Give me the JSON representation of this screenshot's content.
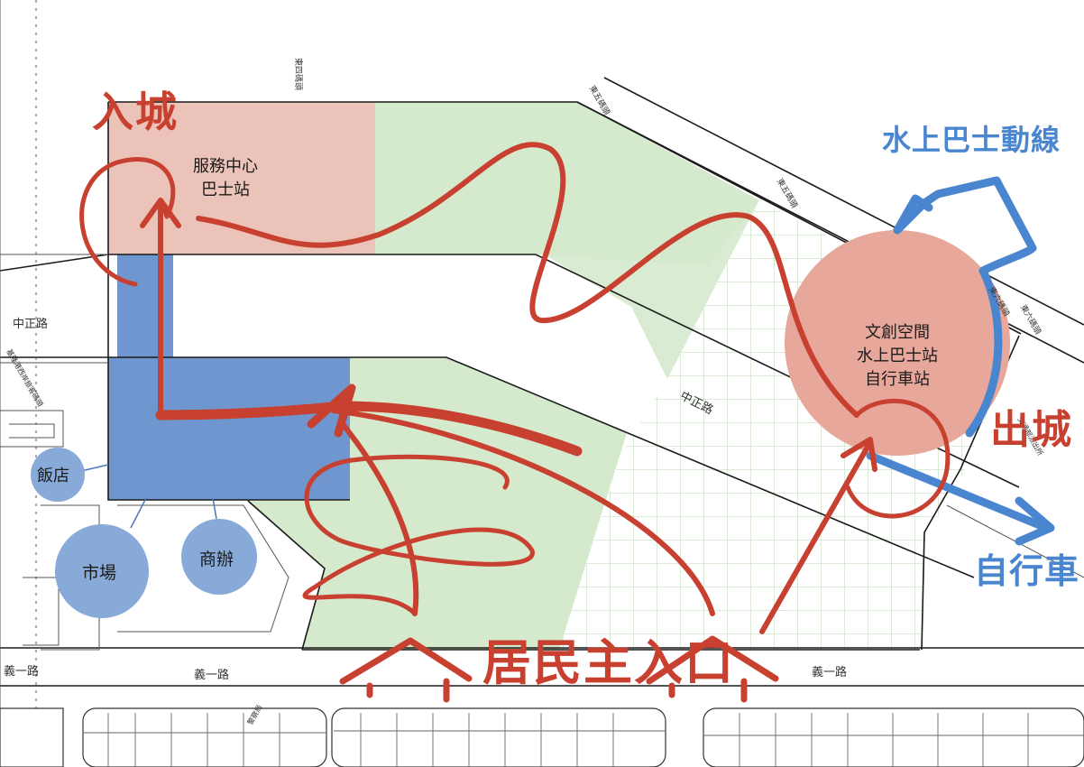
{
  "map": {
    "streets": {
      "north_1": "東四碼頭",
      "north_2": "東五碼頭",
      "north_3": "東五碼頭",
      "north_4": "東六碼頭",
      "north_5": "東六碼頭",
      "zhongzheng_west": "中正路",
      "zhongzheng_middle": "中正路",
      "yiyi_1": "義一路",
      "yiyi_2": "義一路",
      "yiyi_3": "義一路",
      "small_west": "基隆港西岸旅客碼頭",
      "small_east": "交通部派出所",
      "small_south": "警察局"
    },
    "zones": {
      "service_center": [
        "服務中心",
        "巴士站"
      ],
      "culture_hub": [
        "文創空間",
        "水上巴士站",
        "自行車站"
      ]
    },
    "bubbles": {
      "hotel": "飯店",
      "market": "市場",
      "office": "商辦"
    },
    "handwritten": {
      "enter_city": "入城",
      "exit_city": "出城",
      "resident_entrance": "居民主入口",
      "water_bus_route": "水上巴士動線",
      "bicycle": "自行車"
    },
    "colors": {
      "red_route": "#c8402f",
      "pink_zone": "#ecc3b8",
      "green_zone": "#d5e9cd",
      "blue_zone": "#6f96cf",
      "bubble_blue": "#87aad8",
      "circle_pink": "#e8a79b",
      "blue_route": "#4a86cf"
    }
  }
}
